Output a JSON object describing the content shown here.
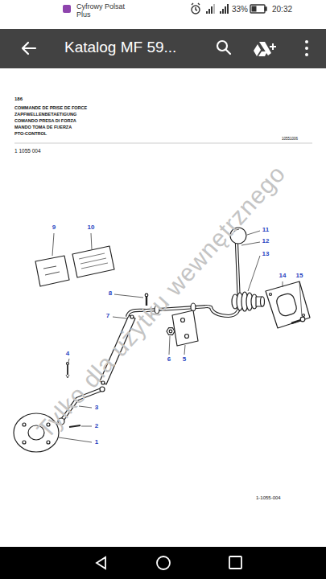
{
  "diagram": {
    "title": "Katalog MF 59...",
    "labels": [
      "Cyfrowy Polsat Plus",
      "33%",
      "20:32",
      "186",
      "COMMANDE DE PRISE DE FORCE",
      "ZAPFWELLENBETAETIGUNG",
      "COMANDO PRESA DI FORZA",
      "MANDO TOMA DE FUERZA",
      "PTO-CONTROL",
      "10551006",
      "1 1055 004",
      "9",
      "10",
      "11",
      "12",
      "13",
      "14",
      "15",
      "8",
      "7",
      "6",
      "5",
      "4",
      "3",
      "2",
      "1",
      "1-1055-004",
      "Tylko dla użytku wewnętrznego"
    ]
  }
}
